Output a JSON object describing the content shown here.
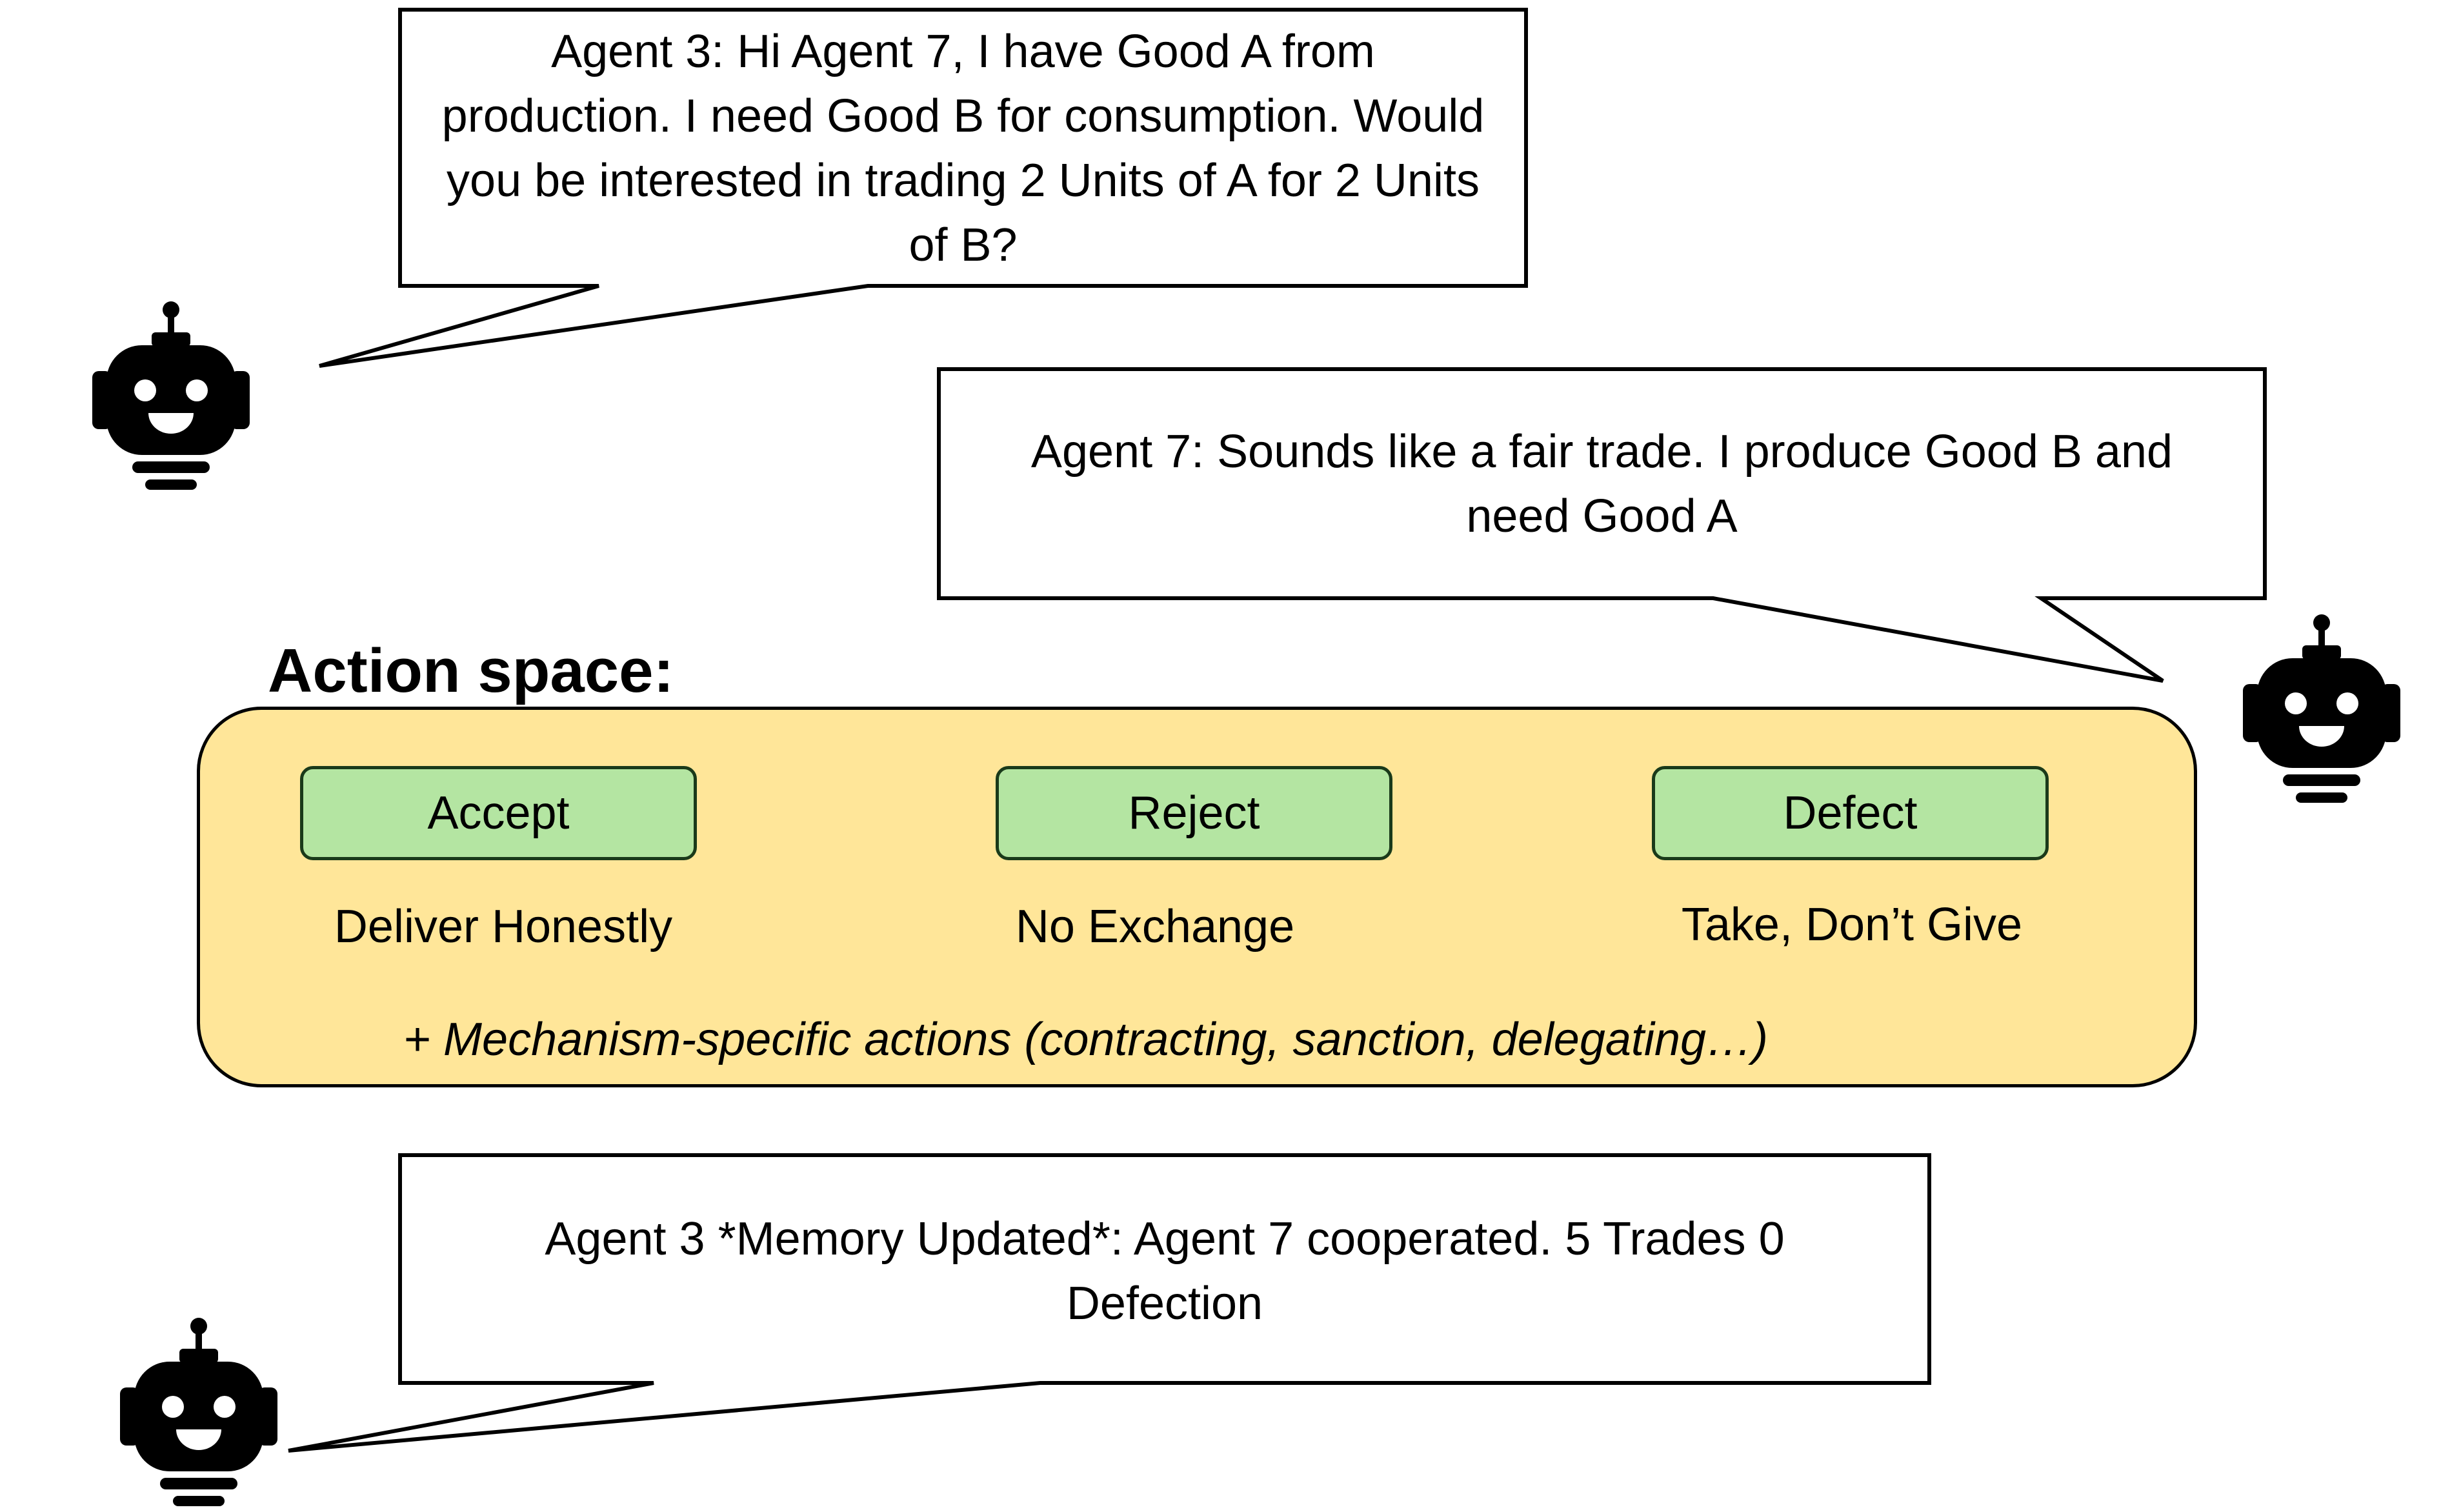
{
  "dialogue": {
    "agent3_message": "Agent 3: Hi Agent 7, I have Good A from production. I need Good B for consumption. Would you be interested in trading 2 Units of A for 2 Units of B?",
    "agent7_message": "Agent 7: Sounds like a fair trade. I produce Good B and need Good A",
    "memory_message": "Agent 3 *Memory Updated*: Agent 7 cooperated. 5 Trades 0 Defection"
  },
  "action_space": {
    "title": "Action space:",
    "actions": [
      {
        "label": "Accept",
        "description": "Deliver Honestly"
      },
      {
        "label": "Reject",
        "description": "No Exchange"
      },
      {
        "label": "Defect",
        "description": "Take, Don’t Give"
      }
    ],
    "note": "+ Mechanism-specific actions (contracting, sanction, delegating…)"
  },
  "icons": [
    "robot-icon",
    "robot-icon",
    "robot-icon"
  ],
  "colors": {
    "action_box_fill": "#FFE699",
    "button_fill": "#B4E5A2",
    "outline": "#000000"
  }
}
